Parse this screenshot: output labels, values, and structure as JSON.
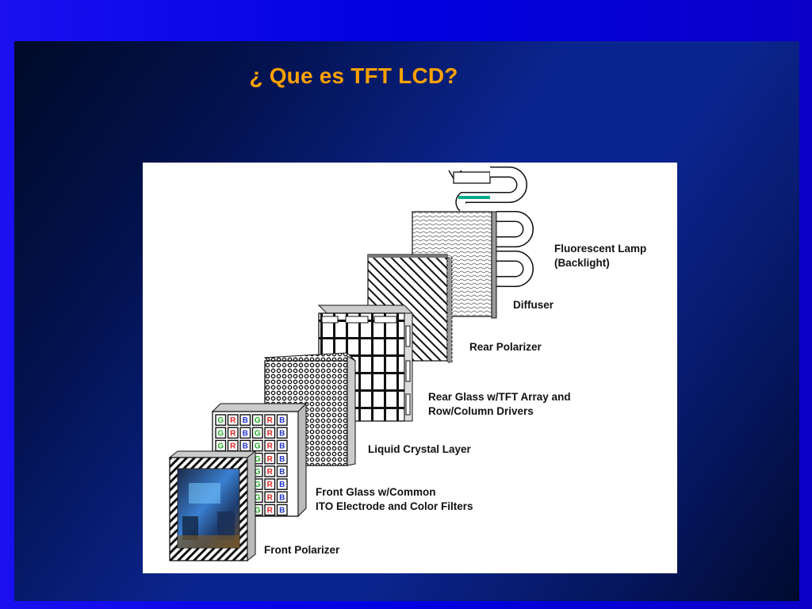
{
  "slide": {
    "title": "¿ Que es TFT LCD?"
  },
  "diagram": {
    "labels": {
      "fluorescent_lamp_line1": "Fluorescent Lamp",
      "fluorescent_lamp_line2": "(Backlight)",
      "diffuser": "Diffuser",
      "rear_polarizer": "Rear Polarizer",
      "rear_glass_line1": "Rear Glass w/TFT Array and",
      "rear_glass_line2": "Row/Column Drivers",
      "liquid_crystal": "Liquid Crystal Layer",
      "front_glass_line1": "Front Glass w/Common",
      "front_glass_line2": "ITO Electrode and Color Filters",
      "front_polarizer": "Front Polarizer"
    },
    "color_filter_letters": [
      "G",
      "R",
      "B"
    ]
  },
  "colors": {
    "title": "#ffa200",
    "filter_green": "#22aa22",
    "filter_red": "#dd2222",
    "filter_blue": "#2233cc",
    "lamp_tube_accent": "#00aa88"
  }
}
